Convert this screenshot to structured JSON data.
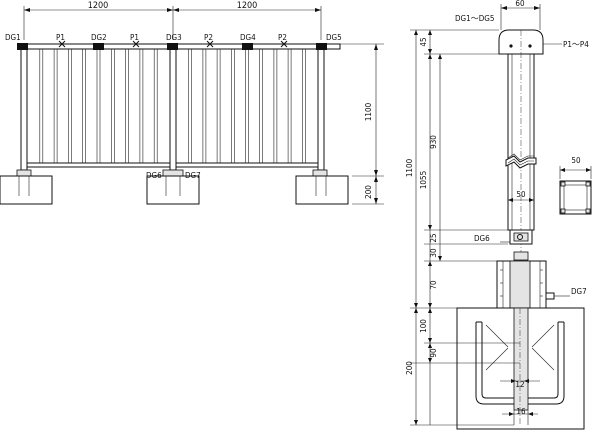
{
  "front_view": {
    "span_left": "1200",
    "span_right": "1200",
    "height": "1100",
    "base_height": "200",
    "post_labels": [
      "DG1",
      "DG2",
      "DG3",
      "DG4",
      "DG5"
    ],
    "panel_labels": [
      "P1",
      "P1",
      "P2",
      "P2"
    ],
    "joint_left": "DG6",
    "joint_right": "DG7"
  },
  "side_view": {
    "cap_label": "DG1～DG5",
    "cap_width": "60",
    "panel_range": "P1～P4",
    "total": "1100",
    "top": "45",
    "seg_930": "930",
    "seg_1055": "1055",
    "seg_25": "25",
    "seg_30": "30",
    "seg_70": "70",
    "seg_100": "100",
    "seg_90": "90",
    "seg_200": "200",
    "post_width": "50",
    "section_width": "50",
    "bolt_12": "12",
    "bolt_16": "16",
    "bracket_label": "DG6",
    "anchor_label": "DG7"
  }
}
